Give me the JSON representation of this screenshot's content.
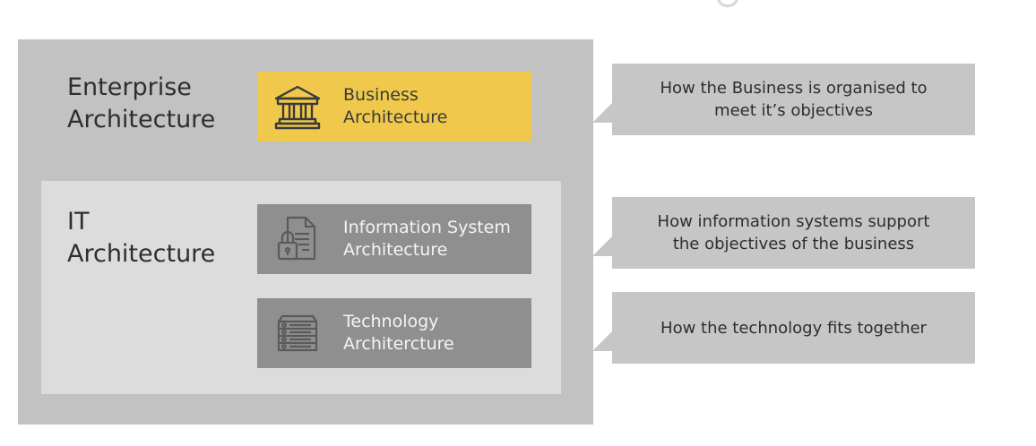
{
  "enterprise": {
    "title": "Enterprise\nArchitecture",
    "layers": [
      {
        "label": "Business\nArchitecture",
        "icon": "bank-icon"
      }
    ]
  },
  "it": {
    "title": "IT\nArchitecture",
    "layers": [
      {
        "label": "Information System\nArchitecture",
        "icon": "secure-document-icon"
      },
      {
        "label": "Technology\nArchitercture",
        "icon": "server-rack-icon"
      }
    ]
  },
  "callouts": [
    "How the Business is organised to\nmeet it’s objectives",
    "How information systems support\nthe objectives of the business",
    "How the technology fits together"
  ],
  "colors": {
    "outer": "#c2c2c2",
    "inner": "#dcdcdc",
    "business": "#f0c94c",
    "layer_dark": "#8f8f8f",
    "callout": "#c6c6c6"
  }
}
